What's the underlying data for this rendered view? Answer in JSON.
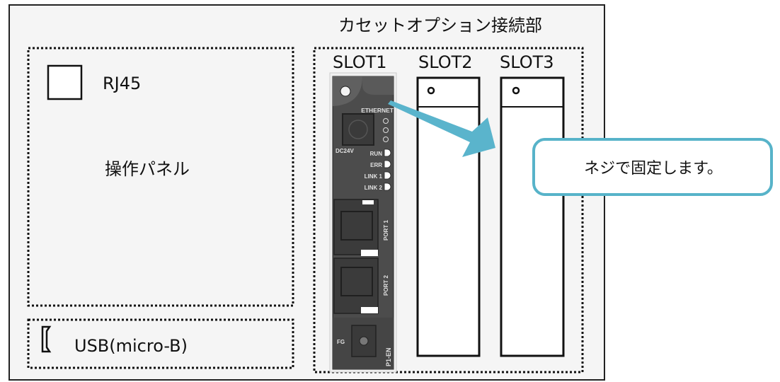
{
  "section_title": "カセットオプション接続部",
  "slots": [
    "SLOT1",
    "SLOT2",
    "SLOT3"
  ],
  "operation_panel": {
    "connector_label": "RJ45",
    "panel_label": "操作パネル"
  },
  "usb_label": "USB(micro-B)",
  "callout_text": "ネジで固定します。",
  "module": {
    "port_title": "ETHERNET",
    "power_label": "DC24V",
    "leds": [
      "RUN",
      "ERR",
      "LINK 1",
      "LINK 2"
    ],
    "ports": [
      "PORT 1",
      "PORT 2"
    ],
    "ground_label": "FG",
    "model": "P1-EN"
  },
  "colors": {
    "callout_border": "#57b3c9",
    "arrow": "#5ab4cc",
    "module_body": "#4a4a4a",
    "enclosure_fill": "#f5f5f5"
  }
}
